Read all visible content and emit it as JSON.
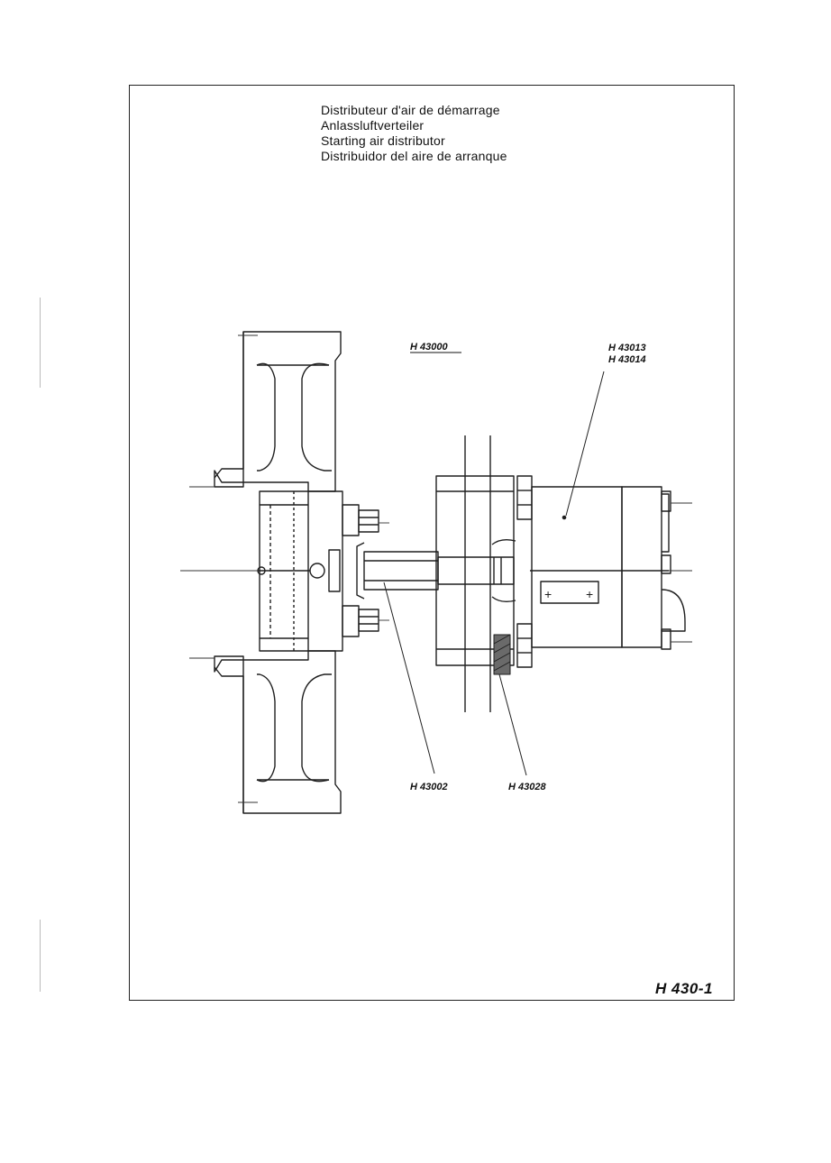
{
  "title": {
    "fr": "Distributeur d'air de démarrage",
    "de": "Anlassluftverteiler",
    "en": "Starting air distributor",
    "es": "Distribuidor del aire de arranque"
  },
  "parts": {
    "assembly": "H 43000",
    "housing_a": "H 43013",
    "housing_b": "H 43014",
    "shaft": "H 43002",
    "gasket": "H 43028"
  },
  "page_ref": "H 430-1"
}
